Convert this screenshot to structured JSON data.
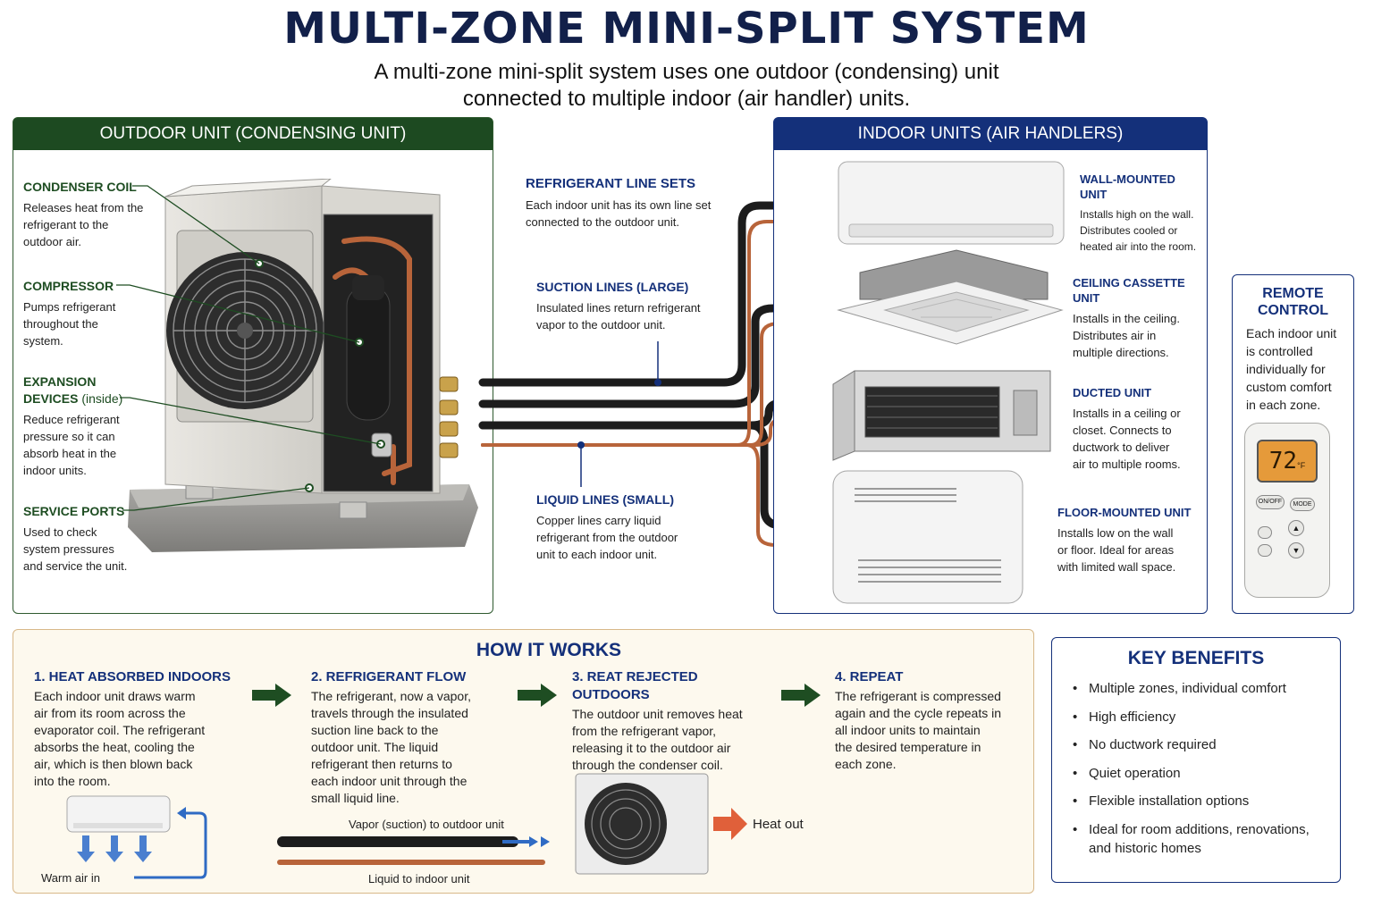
{
  "header": {
    "title": "MULTI-ZONE MINI-SPLIT SYSTEM",
    "subtitle_line1": "A multi-zone mini-split system uses one outdoor (condensing) unit",
    "subtitle_line2": "connected to multiple indoor (air handler) units."
  },
  "outdoor": {
    "heading": "OUTDOOR UNIT (CONDENSING UNIT)",
    "labels": [
      {
        "title": "CONDENSER COIL",
        "lines": [
          "Releases heat from the",
          "refrigerant to the",
          "outdoor air."
        ]
      },
      {
        "title": "COMPRESSOR",
        "lines": [
          "Pumps refrigerant",
          "throughout the",
          "system."
        ]
      },
      {
        "title": "EXPANSION",
        "title2": "DEVICES",
        "title2_suffix": "(inside)",
        "lines": [
          "Reduce refrigerant",
          "pressure so it can",
          "absorb heat in the",
          "indoor units."
        ]
      },
      {
        "title": "SERVICE PORTS",
        "lines": [
          "Used to check",
          "system pressures",
          "and service the unit."
        ]
      }
    ]
  },
  "lines": {
    "linesets_title": "REFRIGERANT LINE SETS",
    "linesets_text": [
      "Each indoor unit has its own line set",
      "connected to the outdoor unit."
    ],
    "suction_title": "SUCTION LINES (LARGE)",
    "suction_text": [
      "Insulated lines return refrigerant",
      "vapor to the outdoor unit."
    ],
    "liquid_title": "LIQUID LINES (SMALL)",
    "liquid_text": [
      "Copper lines carry liquid",
      "refrigerant from the outdoor",
      "unit to each indoor unit."
    ]
  },
  "indoor": {
    "heading": "INDOOR UNITS (AIR HANDLERS)",
    "units": [
      {
        "title": "WALL-MOUNTED UNIT",
        "lines": [
          "Installs high on the wall.",
          "Distributes cooled or",
          "heated air into the room."
        ]
      },
      {
        "title": "CEILING CASSETTE UNIT",
        "lines": [
          "Installs in the ceiling.",
          "Distributes air in",
          "multiple directions."
        ]
      },
      {
        "title": "DUCTED UNIT",
        "lines": [
          "Installs in a ceiling or",
          "closet. Connects to",
          "ductwork to deliver",
          "air to multiple rooms."
        ]
      },
      {
        "title": "FLOOR-MOUNTED UNIT",
        "lines": [
          "Installs low on the wall",
          "or floor. Ideal for areas",
          "with limited wall space."
        ]
      }
    ]
  },
  "remote": {
    "title_line1": "REMOTE",
    "title_line2": "CONTROL",
    "lines": [
      "Each indoor unit",
      "is controlled",
      "individually for",
      "custom comfort",
      "in each zone."
    ],
    "display": "72",
    "unit": "°F",
    "btn_onoff": "ON/OFF",
    "btn_mode": "MODE"
  },
  "how": {
    "heading": "HOW IT WORKS",
    "steps": [
      {
        "title": "1. HEAT ABSORBED INDOORS",
        "lines": [
          "Each indoor unit draws warm",
          "air from its room across the",
          "evaporator coil. The refrigerant",
          "absorbs the heat, cooling the",
          "air, which is then blown back",
          "into the room."
        ]
      },
      {
        "title": "2. REFRIGERANT FLOW",
        "lines": [
          "The refrigerant, now a vapor,",
          "travels through the insulated",
          "suction line back to the",
          "outdoor unit. The liquid",
          "refrigerant then returns to",
          "each indoor unit through the",
          "small liquid line."
        ]
      },
      {
        "title": "3. REAT REJECTED OUTDOORS",
        "lines": [
          "The outdoor unit removes heat",
          "from the refrigerant vapor,",
          "releasing it to the outdoor air",
          "through the condenser coil."
        ]
      },
      {
        "title": "4. REPEAT",
        "lines": [
          "The refrigerant is compressed",
          "again and the cycle repeats in",
          "all indoor units to maintain",
          "the desired temperature in",
          "each zone."
        ]
      }
    ],
    "warm_air": "Warm air in",
    "vapor_label": "Vapor (suction) to outdoor unit",
    "liquid_label": "Liquid to indoor unit",
    "heat_out": "Heat out"
  },
  "benefits": {
    "heading": "KEY BENEFITS",
    "items": [
      "Multiple zones, individual comfort",
      "High efficiency",
      "No ductwork required",
      "Quiet operation",
      "Flexible installation options",
      "Ideal for room additions, renovations,"
    ],
    "last_line2": "and historic homes"
  },
  "colors": {
    "outdoor_header": "#1d4a21",
    "indoor_header": "#14307a",
    "how_bg": "#fdf9ee",
    "arrow_green": "#1e4d22",
    "copper": "#b8643a",
    "insulation": "#1c1c1c"
  }
}
